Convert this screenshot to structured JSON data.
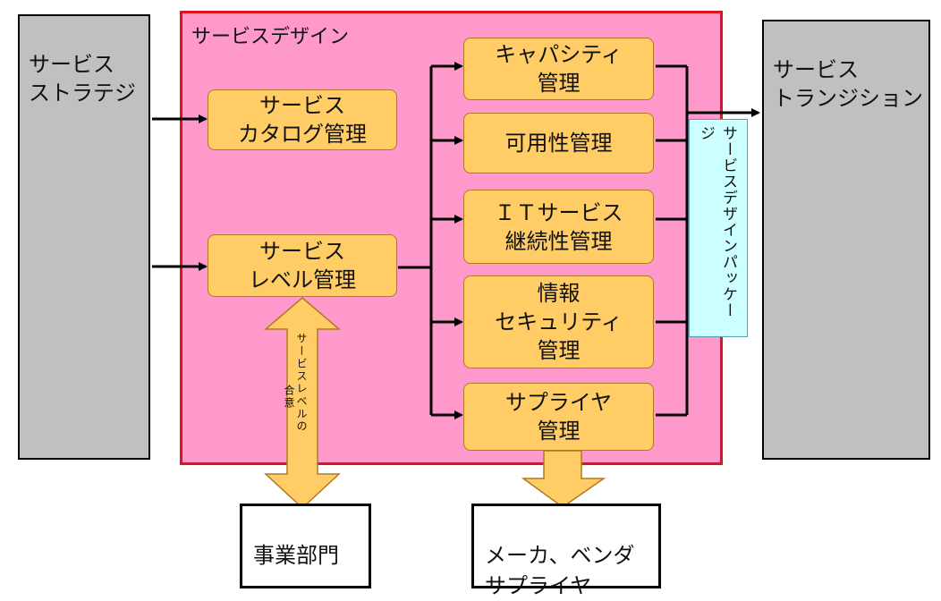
{
  "left_box": {
    "label": "サービス\nストラテジ"
  },
  "right_box": {
    "label": "サービス\nトランジション"
  },
  "design": {
    "title": "サービスデザイン"
  },
  "processes": {
    "catalog": "サービス\nカタログ管理",
    "slm": "サービス\nレベル管理",
    "capacity": "キャパシティ\n管理",
    "availability": "可用性管理",
    "continuity": "ＩＴサービス\n継続性管理",
    "security": "情報\nセキュリティ\n管理",
    "supplier": "サプライヤ\n管理"
  },
  "package": {
    "label": "サービスデザインパッケージ"
  },
  "agreement": {
    "col1": "サービスレベルの",
    "col2": "合意"
  },
  "business": {
    "label": "事業部門"
  },
  "vendor": {
    "label": "メーカ、ベンダ\nサプライヤ"
  },
  "colors": {
    "process_fill": "#ffcc66",
    "design_fill": "#ff99cc",
    "design_border": "#e0141e",
    "package_fill": "#ccffff",
    "stage_fill": "#c0c0c0"
  }
}
